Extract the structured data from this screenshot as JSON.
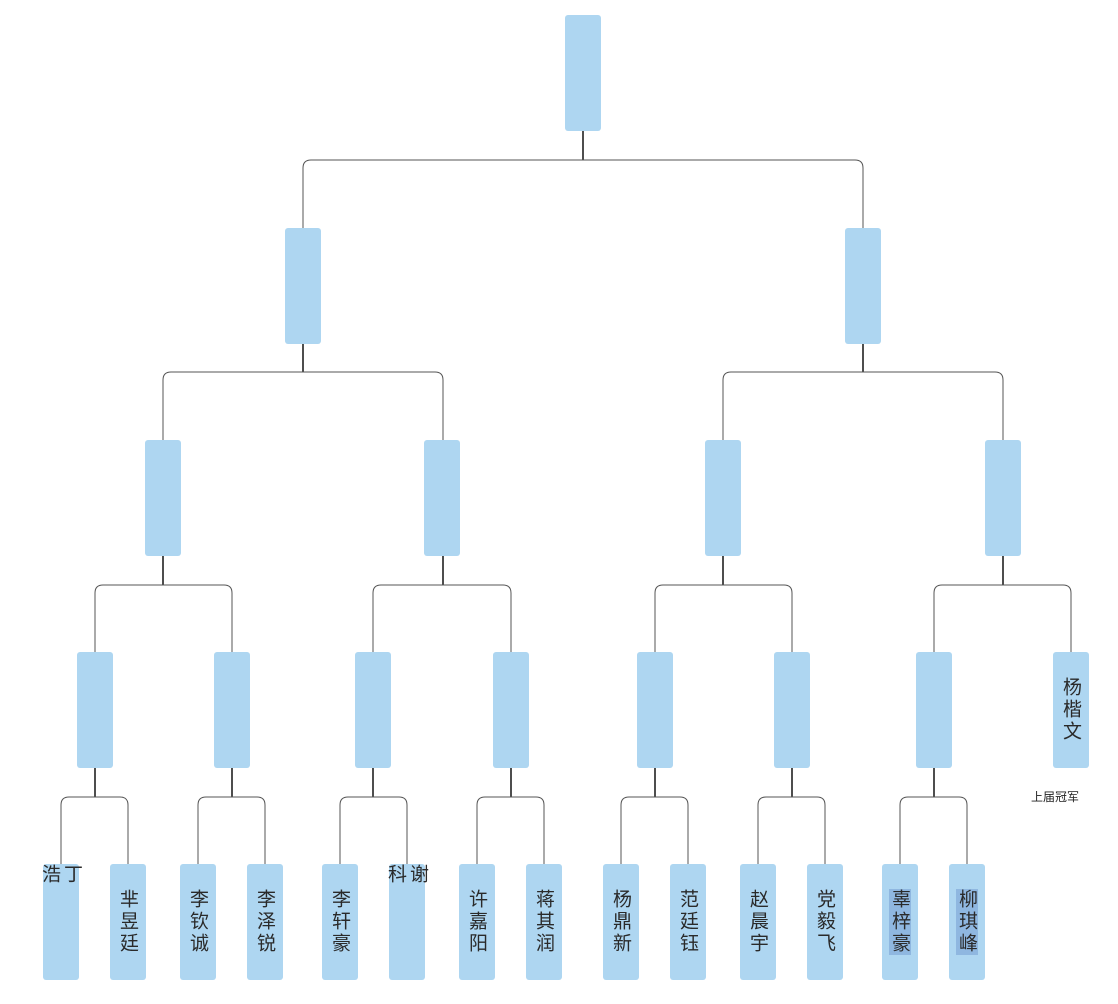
{
  "colors": {
    "node_fill": "#aed6f1",
    "line": "#555555",
    "highlight": "#8fb7e0"
  },
  "bracket": {
    "players": [
      {
        "name": "丁 浩",
        "highlight": false
      },
      {
        "name": "芈昱廷",
        "highlight": false
      },
      {
        "name": "李钦诚",
        "highlight": false
      },
      {
        "name": "李泽锐",
        "highlight": false
      },
      {
        "name": "李轩豪",
        "highlight": false
      },
      {
        "name": "谢 科",
        "highlight": false
      },
      {
        "name": "许嘉阳",
        "highlight": false
      },
      {
        "name": "蒋其润",
        "highlight": false
      },
      {
        "name": "杨鼎新",
        "highlight": false
      },
      {
        "name": "范廷钰",
        "highlight": false
      },
      {
        "name": "赵晨宇",
        "highlight": false
      },
      {
        "name": "党毅飞",
        "highlight": false
      },
      {
        "name": "辜梓豪",
        "highlight": true
      },
      {
        "name": "柳琪峰",
        "highlight": true
      }
    ],
    "seed": {
      "name": "杨楷文",
      "caption": "上届冠军"
    }
  }
}
